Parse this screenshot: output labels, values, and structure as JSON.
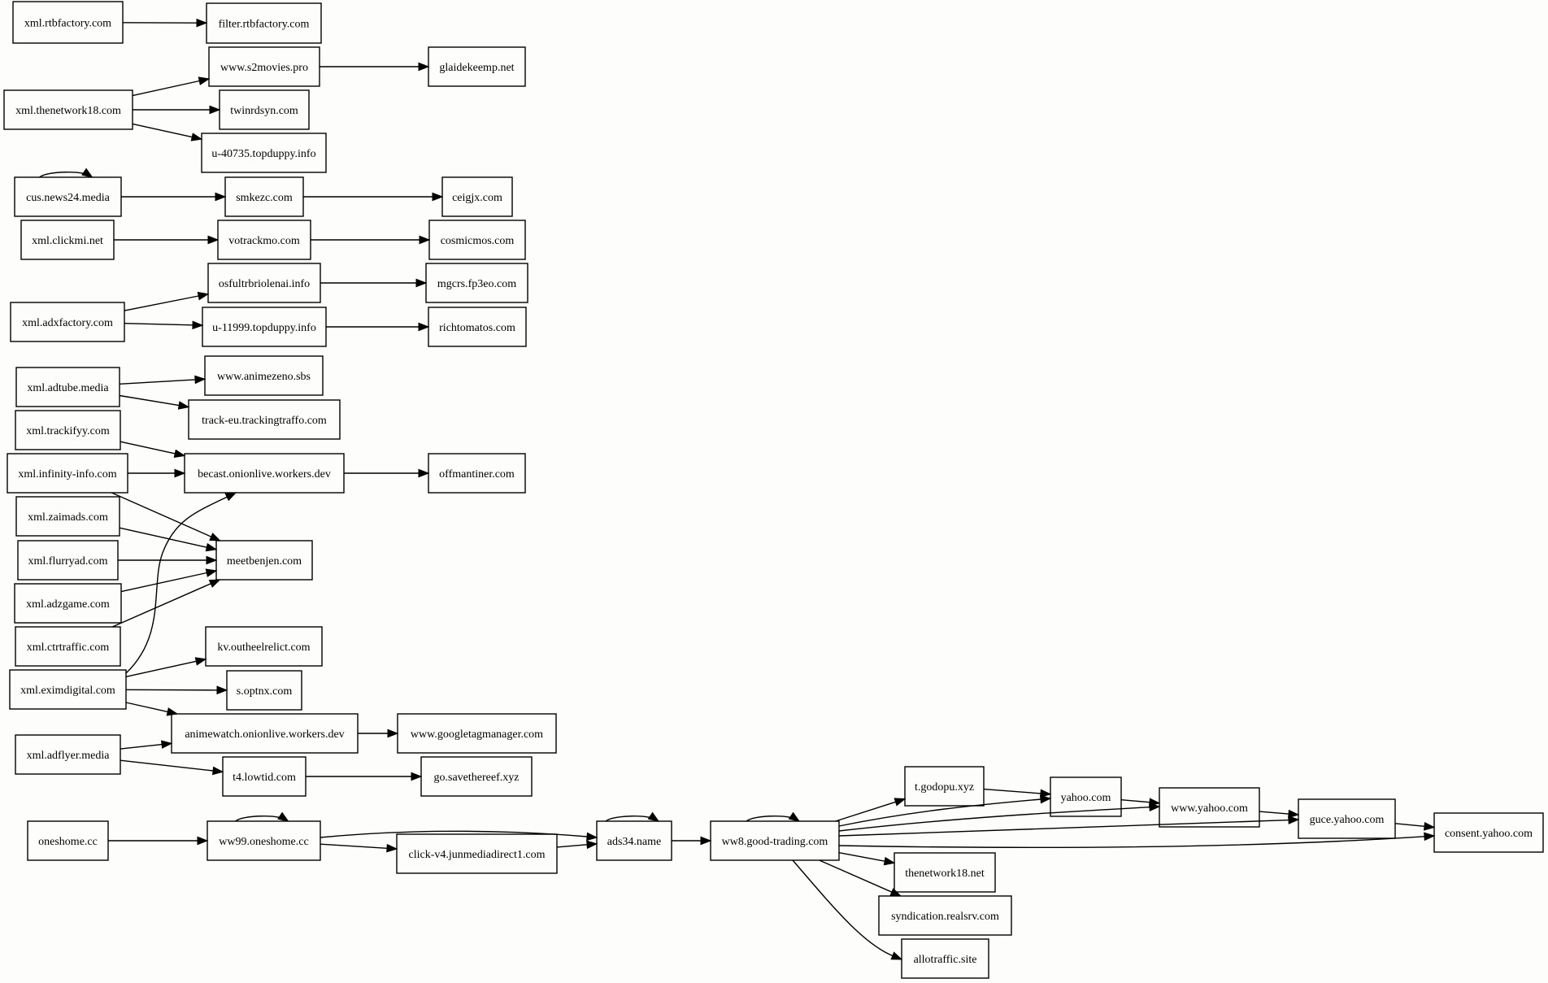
{
  "nodes": {
    "xml_rtbfactory": "xml.rtbfactory.com",
    "filter_rtbfactory": "filter.rtbfactory.com",
    "xml_thenetwork18": "xml.thenetwork18.com",
    "www_s2movies": "www.s2movies.pro",
    "glaidekeemp": "glaidekeemp.net",
    "twinrdsyn": "twinrdsyn.com",
    "u40735": "u-40735.topduppy.info",
    "cus_news24": "cus.news24.media",
    "smkezc": "smkezc.com",
    "ceigjx": "ceigjx.com",
    "xml_clickmi": "xml.clickmi.net",
    "votrackmo": "votrackmo.com",
    "cosmicmos": "cosmicmos.com",
    "osfultr": "osfultrbriolenai.info",
    "mgcrs": "mgcrs.fp3eo.com",
    "xml_adxfactory": "xml.adxfactory.com",
    "u11999": "u-11999.topduppy.info",
    "richtomatos": "richtomatos.com",
    "xml_adtube": "xml.adtube.media",
    "www_animezeno": "www.animezeno.sbs",
    "track_eu": "track-eu.trackingtraffo.com",
    "xml_trackifyy": "xml.trackifyy.com",
    "xml_infinity": "xml.infinity-info.com",
    "becast": "becast.onionlive.workers.dev",
    "offmantiner": "offmantiner.com",
    "xml_zaimads": "xml.zaimads.com",
    "meetbenjen": "meetbenjen.com",
    "xml_flurryad": "xml.flurryad.com",
    "xml_adzgame": "xml.adzgame.com",
    "xml_ctrtraffic": "xml.ctrtraffic.com",
    "kv_outheel": "kv.outheelrelict.com",
    "xml_eximdigital": "xml.eximdigital.com",
    "s_optnx": "s.optnx.com",
    "animewatch": "animewatch.onionlive.workers.dev",
    "www_googletagmanager": "www.googletagmanager.com",
    "xml_adflyer": "xml.adflyer.media",
    "t4_lowtid": "t4.lowtid.com",
    "go_savethereef": "go.savethereef.xyz",
    "t_godopu": "t.godopu.xyz",
    "yahoo": "yahoo.com",
    "www_yahoo": "www.yahoo.com",
    "guce_yahoo": "guce.yahoo.com",
    "consent_yahoo": "consent.yahoo.com",
    "oneshome": "oneshome.cc",
    "ww99": "ww99.oneshome.cc",
    "click_v4": "click-v4.junmediadirect1.com",
    "ads34": "ads34.name",
    "ww8": "ww8.good-trading.com",
    "thenetwork18": "thenetwork18.net",
    "syndication": "syndication.realsrv.com",
    "allotraffic": "allotraffic.site"
  },
  "edges": [
    [
      "xml_rtbfactory",
      "filter_rtbfactory"
    ],
    [
      "xml_thenetwork18",
      "www_s2movies"
    ],
    [
      "xml_thenetwork18",
      "twinrdsyn"
    ],
    [
      "xml_thenetwork18",
      "u40735"
    ],
    [
      "www_s2movies",
      "glaidekeemp"
    ],
    [
      "cus_news24",
      "cus_news24"
    ],
    [
      "cus_news24",
      "smkezc"
    ],
    [
      "smkezc",
      "ceigjx"
    ],
    [
      "xml_clickmi",
      "votrackmo"
    ],
    [
      "votrackmo",
      "cosmicmos"
    ],
    [
      "xml_adxfactory",
      "osfultr"
    ],
    [
      "xml_adxfactory",
      "u11999"
    ],
    [
      "osfultr",
      "mgcrs"
    ],
    [
      "u11999",
      "richtomatos"
    ],
    [
      "xml_adtube",
      "www_animezeno"
    ],
    [
      "xml_adtube",
      "track_eu"
    ],
    [
      "xml_trackifyy",
      "becast"
    ],
    [
      "xml_infinity",
      "becast"
    ],
    [
      "xml_infinity",
      "meetbenjen"
    ],
    [
      "becast",
      "offmantiner"
    ],
    [
      "xml_zaimads",
      "meetbenjen"
    ],
    [
      "xml_flurryad",
      "meetbenjen"
    ],
    [
      "xml_adzgame",
      "meetbenjen"
    ],
    [
      "xml_ctrtraffic",
      "meetbenjen"
    ],
    [
      "xml_eximdigital",
      "becast"
    ],
    [
      "xml_eximdigital",
      "kv_outheel"
    ],
    [
      "xml_eximdigital",
      "s_optnx"
    ],
    [
      "xml_eximdigital",
      "animewatch"
    ],
    [
      "animewatch",
      "www_googletagmanager"
    ],
    [
      "xml_adflyer",
      "animewatch"
    ],
    [
      "xml_adflyer",
      "t4_lowtid"
    ],
    [
      "t4_lowtid",
      "go_savethereef"
    ],
    [
      "oneshome",
      "ww99"
    ],
    [
      "ww99",
      "ww99"
    ],
    [
      "ww99",
      "ads34"
    ],
    [
      "ww99",
      "click_v4"
    ],
    [
      "click_v4",
      "ads34"
    ],
    [
      "ads34",
      "ads34"
    ],
    [
      "ads34",
      "ww8"
    ],
    [
      "ww8",
      "ww8"
    ],
    [
      "ww8",
      "t_godopu"
    ],
    [
      "ww8",
      "yahoo"
    ],
    [
      "ww8",
      "www_yahoo"
    ],
    [
      "ww8",
      "guce_yahoo"
    ],
    [
      "ww8",
      "consent_yahoo"
    ],
    [
      "ww8",
      "thenetwork18"
    ],
    [
      "ww8",
      "syndication"
    ],
    [
      "ww8",
      "allotraffic"
    ],
    [
      "t_godopu",
      "yahoo"
    ],
    [
      "yahoo",
      "www_yahoo"
    ],
    [
      "www_yahoo",
      "guce_yahoo"
    ],
    [
      "guce_yahoo",
      "consent_yahoo"
    ]
  ]
}
